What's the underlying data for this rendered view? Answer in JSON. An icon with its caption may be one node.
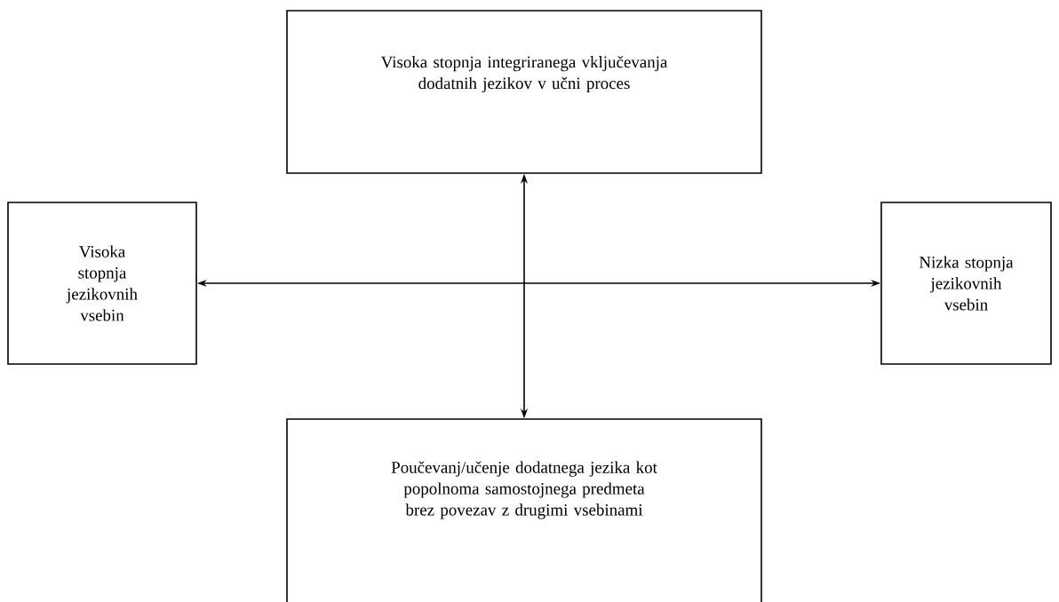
{
  "diagram": {
    "nodes": [
      {
        "text": [
          "Visoka stopnja integriranega vključevanja dodatnih jezikov v učni proces"
        ]
      },
      {
        "text": [
          "Visoka stopnja jezikovnih vsebin"
        ]
      },
      {
        "text": [
          "Nizka stopnja jezikovnih vsebin"
        ]
      },
      {
        "text": [
          "Poučevanj/učenje dodatnega jezika kot popolnoma samostojnega predmeta brez povezav z drugimi vsebinami"
        ]
      }
    ],
    "edges": [
      {
        "from": 0,
        "to": 3,
        "arrow": "both"
      },
      {
        "from": 1,
        "to": 2,
        "arrow": "both"
      }
    ]
  }
}
